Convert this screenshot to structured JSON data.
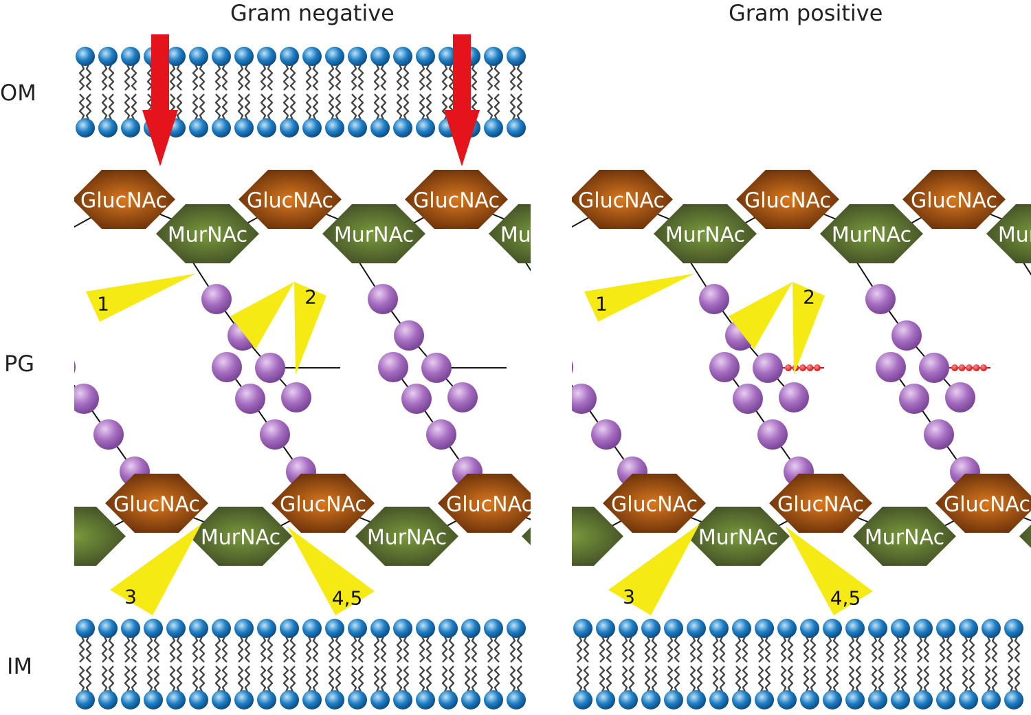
{
  "titles": {
    "left": "Gram negative",
    "right": "Gram positive"
  },
  "row_labels": {
    "om": "OM",
    "pg": "PG",
    "im": "IM"
  },
  "sugars": {
    "glucnac": "GlucNAc",
    "murnac": "MurNAc"
  },
  "cleavage_sites": {
    "s1": "1",
    "s2": "2",
    "s3": "3",
    "s45": "4,5"
  },
  "colors": {
    "lipid_head": "#1f7fc4",
    "lipid_tail": "#444444",
    "glucnac": "#9c4a12",
    "murnac": "#5b6b35",
    "peptide": "#a56cc0",
    "crosslink_bridge": "#e0211f",
    "cleavage_marker": "#f5ea14",
    "arrow": "#e3151a",
    "text_on_sugar": "#ffffff"
  }
}
